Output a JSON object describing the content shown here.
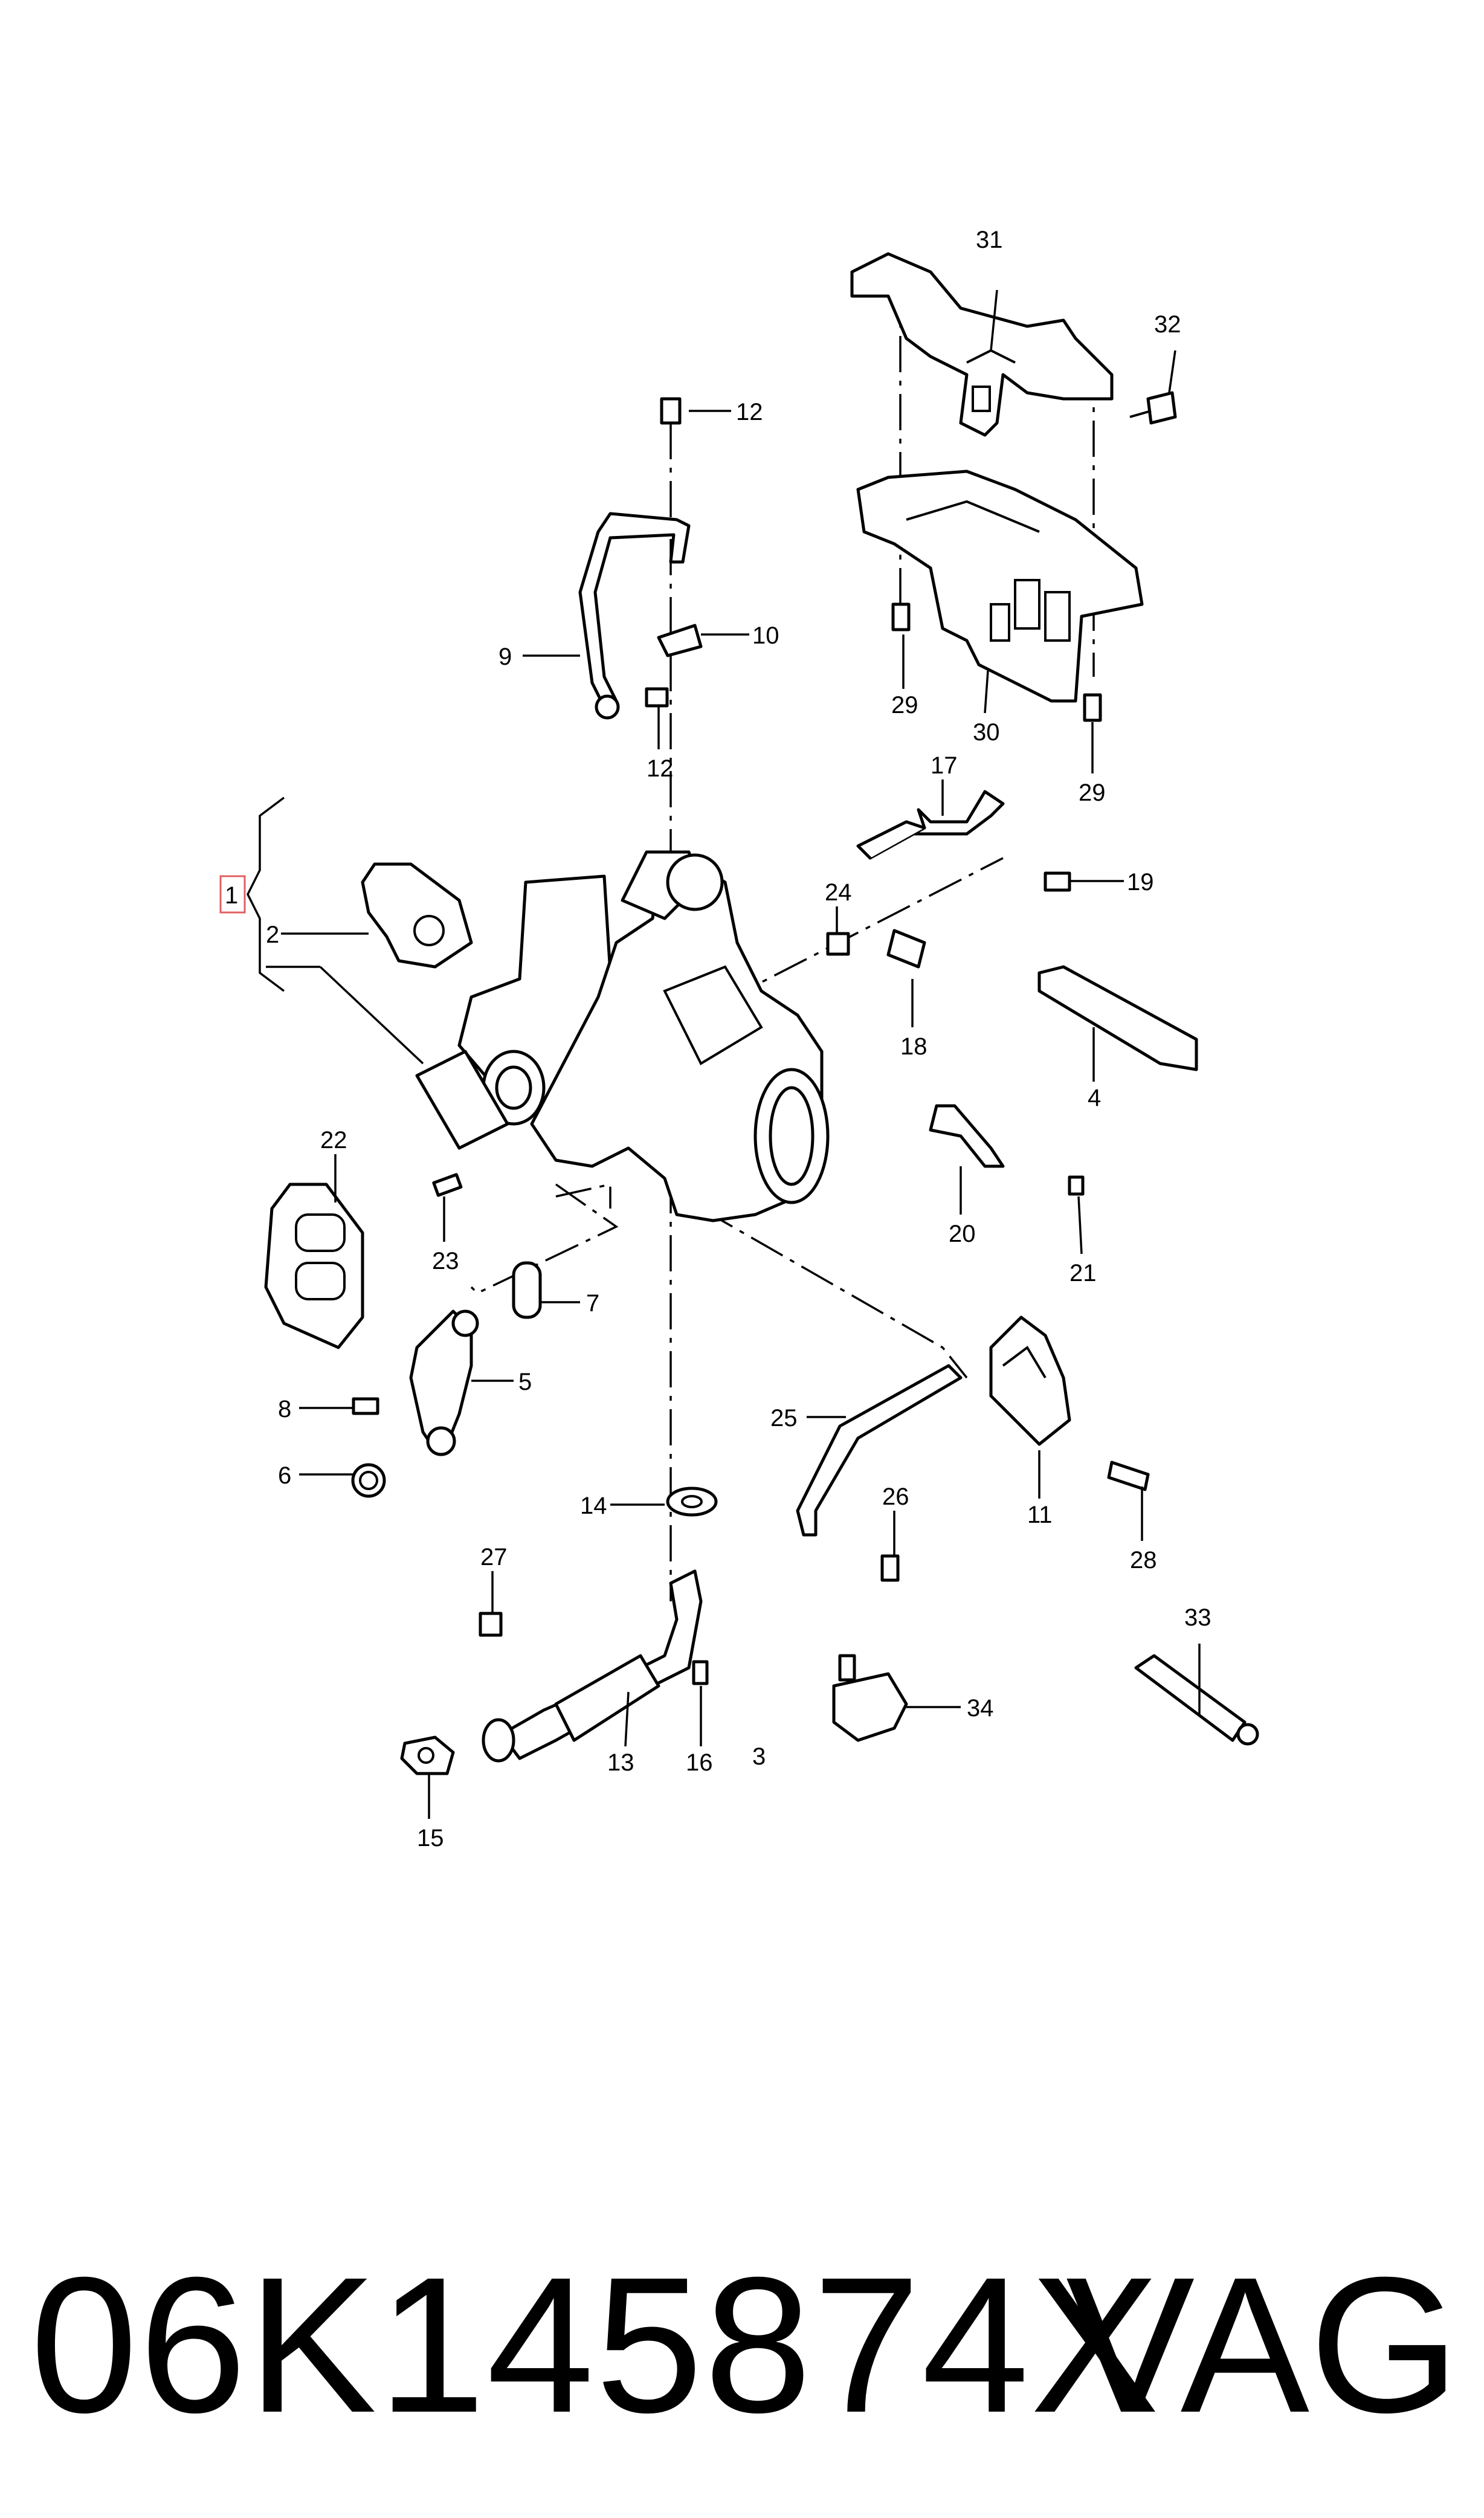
{
  "callouts": [
    "1",
    "2",
    "3",
    "4",
    "5",
    "6",
    "7",
    "8",
    "9",
    "10",
    "11",
    "12",
    "13",
    "14",
    "15",
    "16",
    "17",
    "18",
    "19",
    "20",
    "21",
    "22",
    "23",
    "24",
    "25",
    "26",
    "27",
    "28",
    "29",
    "30",
    "31",
    "32",
    "33",
    "34"
  ],
  "footer": {
    "part_number": "06K145874X",
    "brand": "VAG"
  }
}
